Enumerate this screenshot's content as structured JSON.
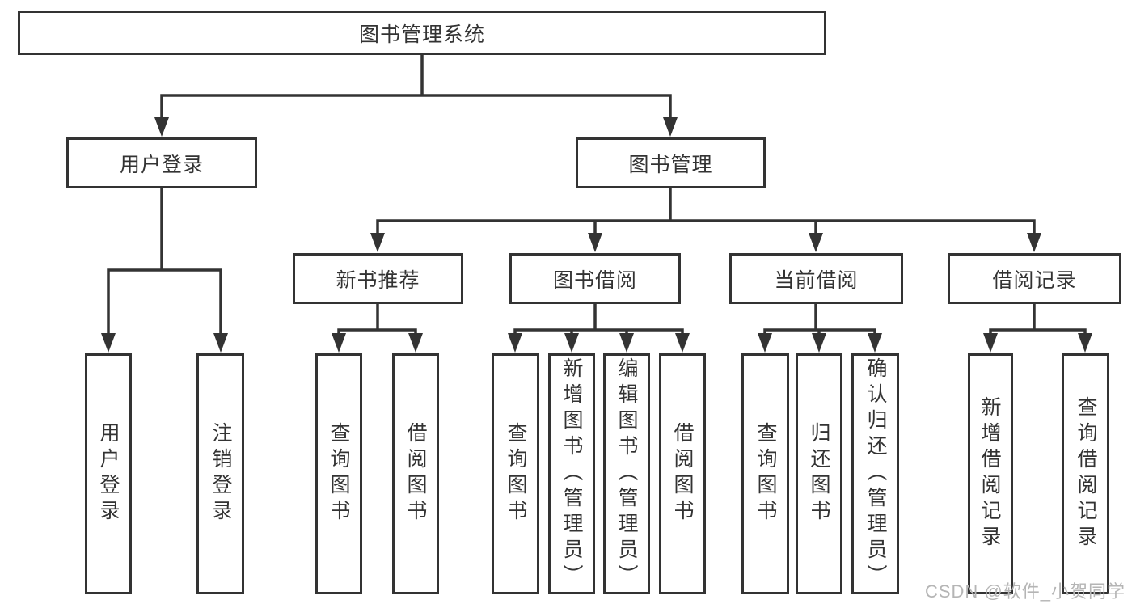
{
  "colors": {
    "line": "#333333",
    "box_border": "#333333",
    "text": "#333333",
    "watermark": "#b5b5b5",
    "background": "#ffffff"
  },
  "watermark": "CSDN @软件_小贺同学",
  "diagram": {
    "type": "hierarchy-tree",
    "title": "图书管理系统",
    "children": [
      {
        "label": "用户登录",
        "children": [
          {
            "label": "用户登录"
          },
          {
            "label": "注销登录"
          }
        ]
      },
      {
        "label": "图书管理",
        "children": [
          {
            "label": "新书推荐",
            "children": [
              {
                "label": "查询图书"
              },
              {
                "label": "借阅图书"
              }
            ]
          },
          {
            "label": "图书借阅",
            "children": [
              {
                "label": "查询图书"
              },
              {
                "label": "新增图书（管理员）"
              },
              {
                "label": "编辑图书（管理员）"
              },
              {
                "label": "借阅图书"
              }
            ]
          },
          {
            "label": "当前借阅",
            "children": [
              {
                "label": "查询图书"
              },
              {
                "label": "归还图书"
              },
              {
                "label": "确认归还（管理员）"
              }
            ]
          },
          {
            "label": "借阅记录",
            "children": [
              {
                "label": "新增借阅记录"
              },
              {
                "label": "查询借阅记录"
              }
            ]
          }
        ]
      }
    ]
  }
}
